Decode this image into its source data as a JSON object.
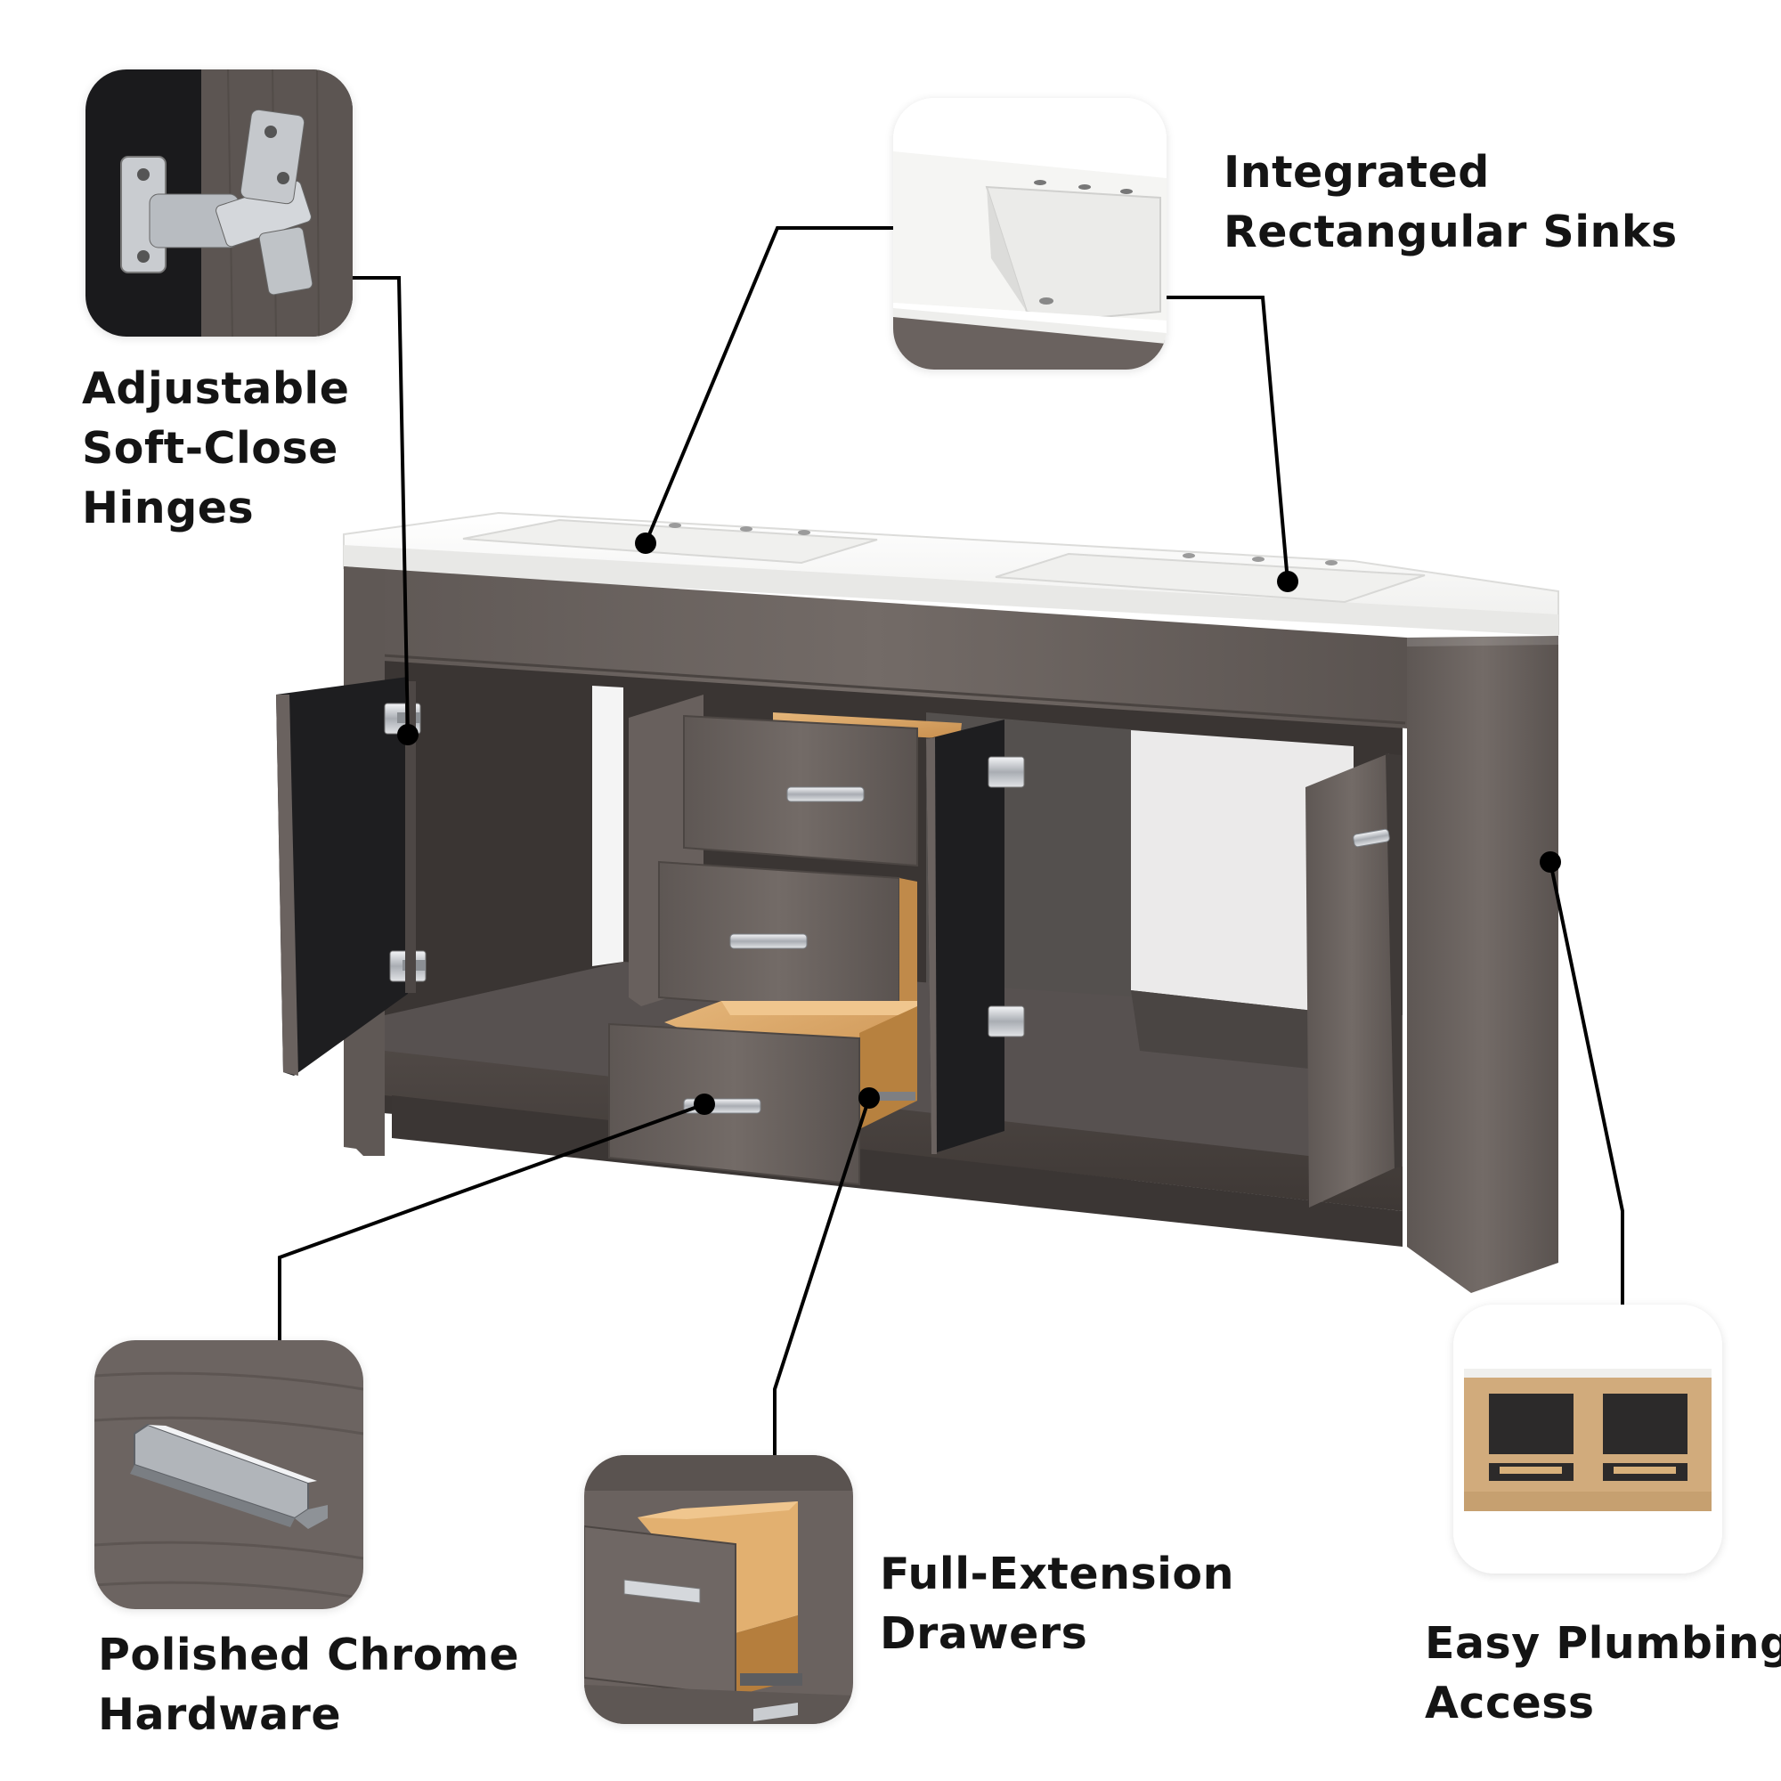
{
  "features": {
    "hinges": {
      "lines": [
        "Adjustable",
        "Soft-Close",
        "Hinges"
      ],
      "icon": "hinge-thumbnail"
    },
    "sinks": {
      "lines": [
        "Integrated",
        "Rectangular Sinks"
      ],
      "icon": "sink-thumbnail"
    },
    "hardware": {
      "lines": [
        "Polished Chrome",
        "Hardware"
      ],
      "icon": "handle-thumbnail"
    },
    "drawers": {
      "lines": [
        "Full-Extension",
        "Drawers"
      ],
      "icon": "drawer-thumbnail"
    },
    "plumbing": {
      "lines": [
        "Easy Plumbing",
        "Access"
      ],
      "icon": "vanity-back-thumbnail"
    }
  },
  "colors": {
    "text": "#141414",
    "leader_line": "#000000",
    "wood_gray": "#6b6360",
    "countertop_white": "#f7f7f5",
    "drawer_interior": "#d9a86a",
    "door_interior": "#1e1e20",
    "chrome": "#c9ccd0"
  }
}
